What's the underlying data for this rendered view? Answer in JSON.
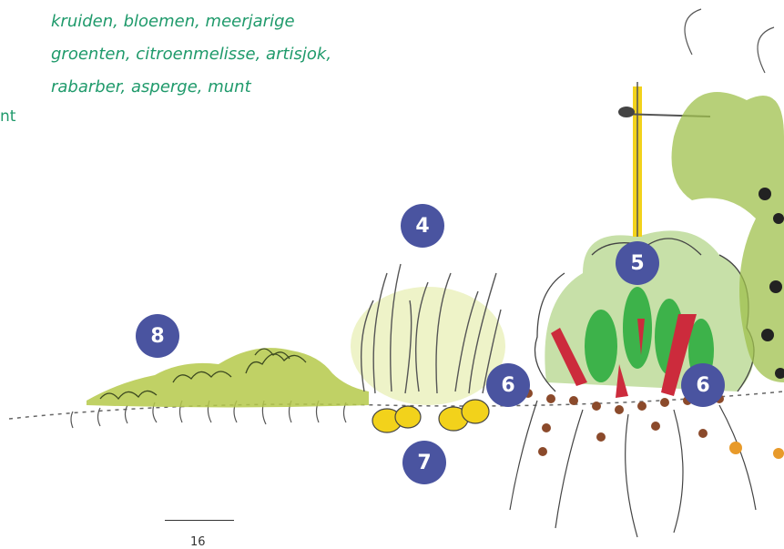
{
  "caption": {
    "lines": [
      "kruiden, bloemen, meerjarige",
      "groenten, citroenmelisse, artisjok,",
      "rabarber, asperge, munt"
    ]
  },
  "edge_text": "nt",
  "badges": [
    "4",
    "5",
    "8",
    "6",
    "6",
    "7"
  ],
  "page_number": "16",
  "colors": {
    "text_green": "#1f9a6b",
    "badge_blue": "#4a54a0"
  }
}
